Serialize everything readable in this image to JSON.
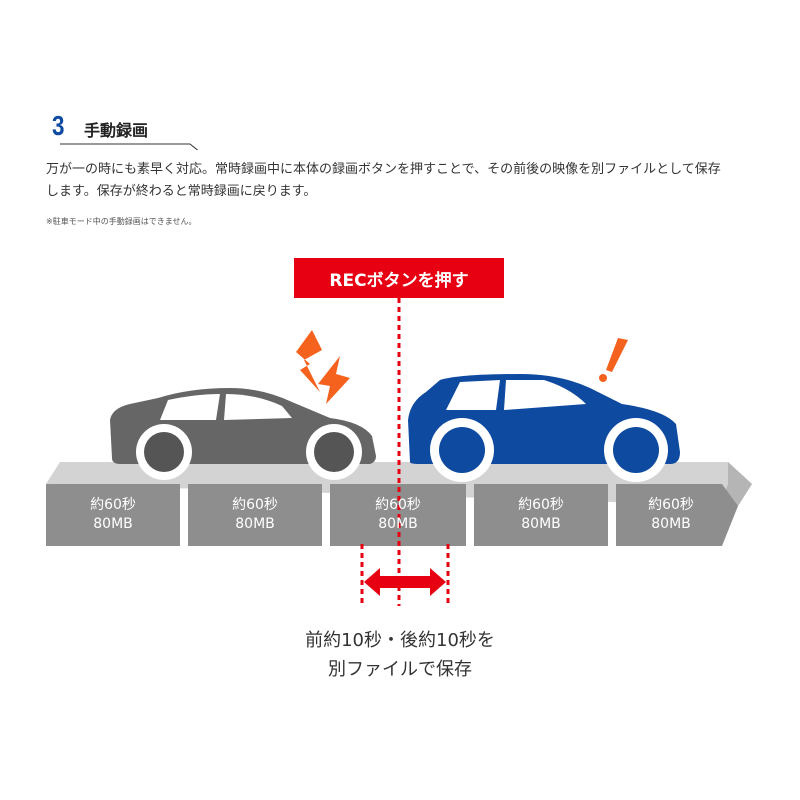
{
  "section": {
    "number": "3",
    "title": "手動録画"
  },
  "description": {
    "line1": "万が一の時にも素早く対応。常時録画中に本体の録画ボタンを押すことで、その前後の映像を別ファイルとして保存",
    "line2": "します。保存が終わると常時録画に戻ります。"
  },
  "note": "※駐車モード中の手動録画はできません。",
  "rec_button_label": "RECボタンを押す",
  "segments": [
    {
      "duration": "約60秒",
      "size": "80MB"
    },
    {
      "duration": "約60秒",
      "size": "80MB"
    },
    {
      "duration": "約60秒",
      "size": "80MB"
    },
    {
      "duration": "約60秒",
      "size": "80MB"
    },
    {
      "duration": "約60秒",
      "size": "80MB"
    }
  ],
  "caption": {
    "line1": "前約10秒・後約10秒を",
    "line2": "別ファイルで保存"
  },
  "colors": {
    "accent_blue": "#0d4aa0",
    "rec_red": "#e60012",
    "impact_orange": "#f5621d",
    "gray_car": "#6b6b6b",
    "segment_gray": "#8e8e8e"
  }
}
